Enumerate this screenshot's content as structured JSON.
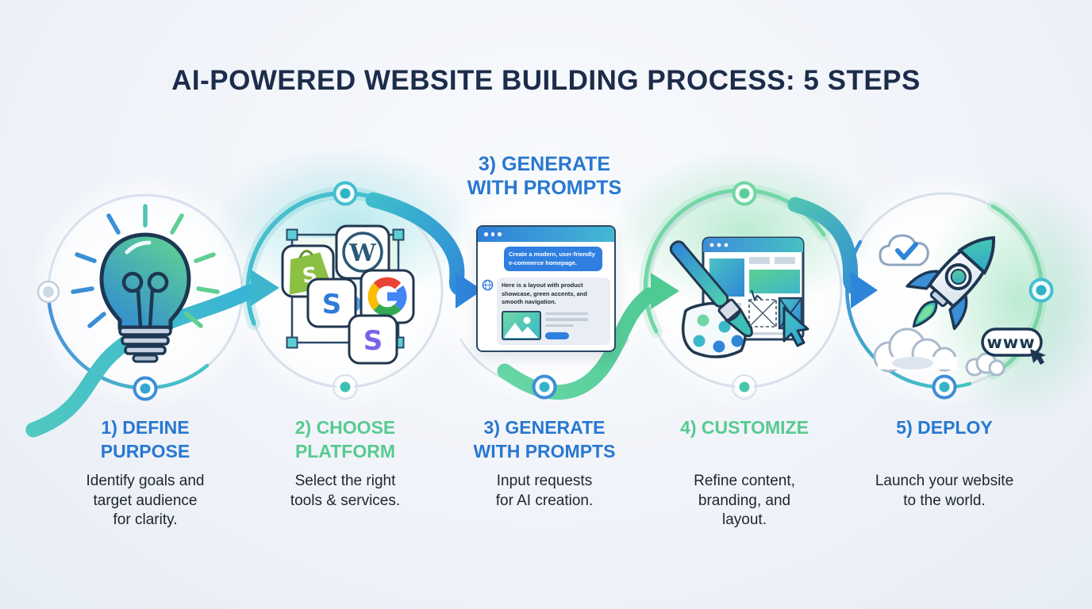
{
  "title": "AI-POWERED WEBSITE BUILDING PROCESS: 5 STEPS",
  "step3_top_label": {
    "line1": "3) GENERATE",
    "line2": "WITH PROMPTS"
  },
  "steps": [
    {
      "heading_line1": "1) DEFINE",
      "heading_line2": "PURPOSE",
      "desc_line1": "Identify goals and",
      "desc_line2": "target audience",
      "desc_line3": "for clarity.",
      "accent": "#2878d0",
      "icon": "lightbulb-icon"
    },
    {
      "heading_line1": "2) CHOOSE",
      "heading_line2": "PLATFORM",
      "desc_line1": "Select the right",
      "desc_line2": "tools & services.",
      "accent": "#58ca90",
      "icon": "platform-logos-icon"
    },
    {
      "heading_line1": "3) GENERATE",
      "heading_line2": "WITH PROMPTS",
      "desc_line1": "Input requests",
      "desc_line2": "for AI creation.",
      "accent": "#2878d0",
      "icon": "ai-prompt-browser-icon"
    },
    {
      "heading_line1": "4) CUSTOMIZE",
      "heading_line2": "",
      "desc_line1": "Refine content,",
      "desc_line2": "branding, and",
      "desc_line3": "layout.",
      "accent": "#58ca90",
      "icon": "customize-design-icon"
    },
    {
      "heading_line1": "5) DEPLOY",
      "heading_line2": "",
      "desc_line1": "Launch your website",
      "desc_line2": "to the world.",
      "accent": "#2878d0",
      "icon": "rocket-launch-icon"
    }
  ],
  "chat": {
    "user_prompt": "Create a modern, user-friendly e-commerce homepage.",
    "ai_response": "Here is a layout with product showcase, green accents, and smooth navigation."
  },
  "platform_logos": {
    "wordpress_letter": "W",
    "shopify_letter": "S",
    "google_letter": "G",
    "squarespace_letter": "S",
    "strikingly_letter": "S"
  },
  "deploy": {
    "www_label": "www"
  },
  "colors": {
    "title": "#1c2c4a",
    "step_blue": "#2878d0",
    "step_green": "#58ca90",
    "teal": "#3bbccb",
    "body_text": "#20262f"
  }
}
